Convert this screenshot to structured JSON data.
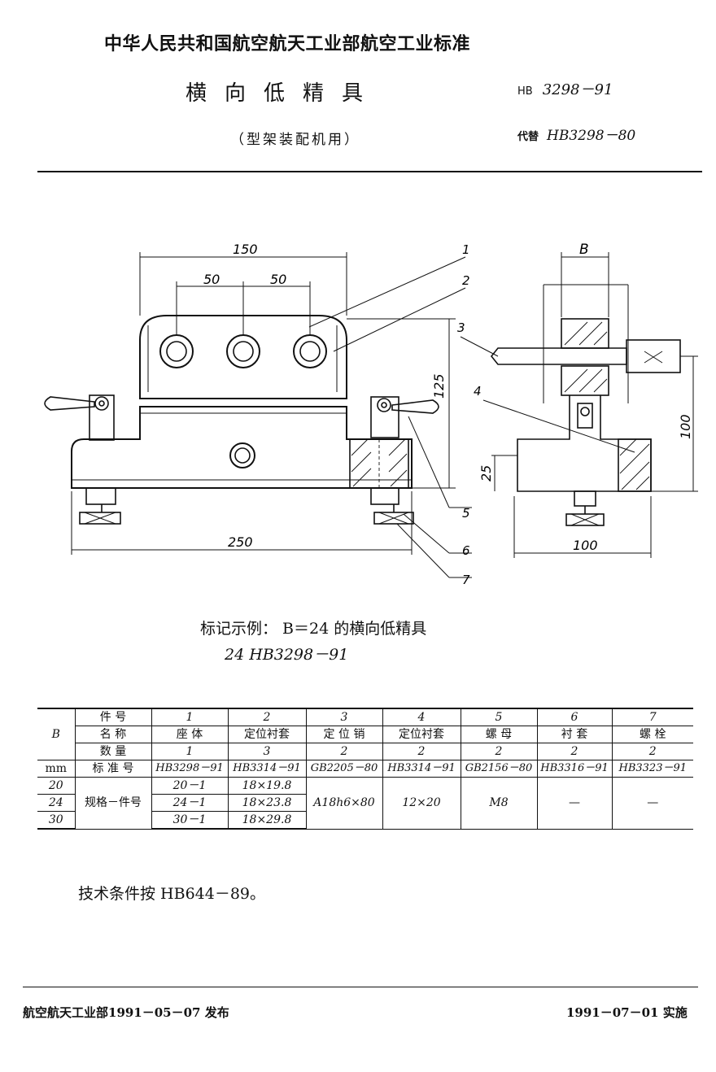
{
  "header": {
    "organization": "中华人民共和国航空航天工业部航空工业标准",
    "title": "横向低精具",
    "subtitle": "（型架装配机用）",
    "code_prefix": "HB",
    "number": "3298－91",
    "replaces_label": "代替",
    "replaces": "HB3298－80"
  },
  "drawing": {
    "dims": {
      "d150": "150",
      "d50a": "50",
      "d50b": "50",
      "d125": "125",
      "d250": "250",
      "dB": "B",
      "d100v": "100",
      "d25": "25",
      "d100h": "100"
    },
    "callouts": [
      "1",
      "2",
      "3",
      "4",
      "5",
      "6",
      "7"
    ]
  },
  "marking": {
    "example": "标记示例： B＝24 的横向低精具",
    "code": "24 HB3298－91"
  },
  "table": {
    "b_label": "B",
    "unit_label": "mm",
    "rows": {
      "part_no": {
        "label": "件  号",
        "values": [
          "1",
          "2",
          "3",
          "4",
          "5",
          "6",
          "7"
        ]
      },
      "name": {
        "label": "名  称",
        "values": [
          "座  体",
          "定位衬套",
          "定 位 销",
          "定位衬套",
          "螺  母",
          "衬  套",
          "螺  栓"
        ]
      },
      "qty": {
        "label": "数  量",
        "values": [
          "1",
          "3",
          "2",
          "2",
          "2",
          "2",
          "2"
        ]
      },
      "std": {
        "label": "标 准 号",
        "values": [
          "HB3298－91",
          "HB3314－91",
          "GB2205－80",
          "HB3314－91",
          "GB2156－80",
          "HB3316－91",
          "HB3323－91"
        ]
      }
    },
    "spec_label": "规格－件号",
    "b_values": [
      "20",
      "24",
      "30"
    ],
    "col1": [
      "20－1",
      "24－1",
      "30－1"
    ],
    "col2": [
      "18×19.8",
      "18×23.8",
      "18×29.8"
    ],
    "col3": "A18h6×80",
    "col4": "12×20",
    "col5": "M8",
    "col6": "—",
    "col7": "—"
  },
  "tech_note": "技术条件按 HB644－89。",
  "footer": {
    "issued": "航空航天工业部1991－05－07 发布",
    "effective": "1991－07－01 实施"
  }
}
